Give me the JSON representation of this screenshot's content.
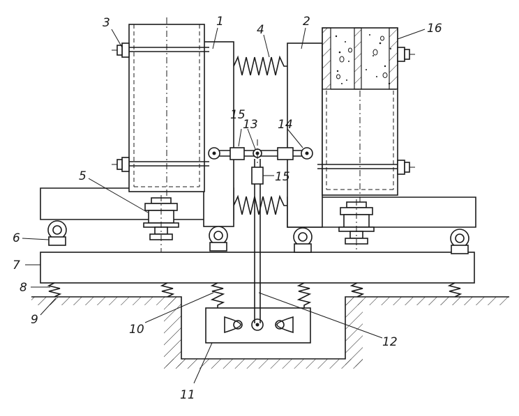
{
  "callouts": {
    "c1": "1",
    "c2": "2",
    "c3": "3",
    "c4": "4",
    "c5": "5",
    "c6": "6",
    "c7": "7",
    "c8": "8",
    "c9": "9",
    "c10": "10",
    "c11": "11",
    "c12": "12",
    "c13": "13",
    "c14": "14",
    "c15a": "15",
    "c15b": "15",
    "c16": "16"
  }
}
